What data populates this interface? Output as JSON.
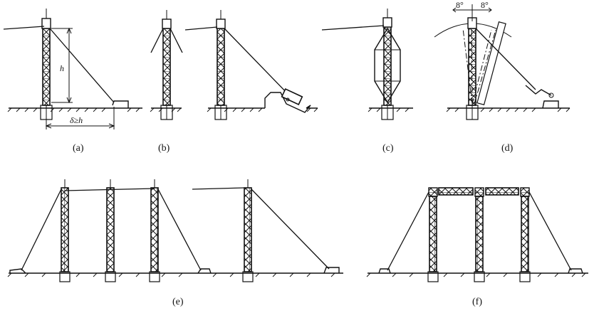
{
  "figure": {
    "captions": {
      "a": "(a)",
      "b": "(b)",
      "c": "(c)",
      "d": "(d)",
      "e": "(e)",
      "f": "(f)"
    },
    "labels": {
      "height": "h",
      "distance": "δ≥h",
      "angle_left": "8°",
      "angle_right": "8°"
    }
  }
}
